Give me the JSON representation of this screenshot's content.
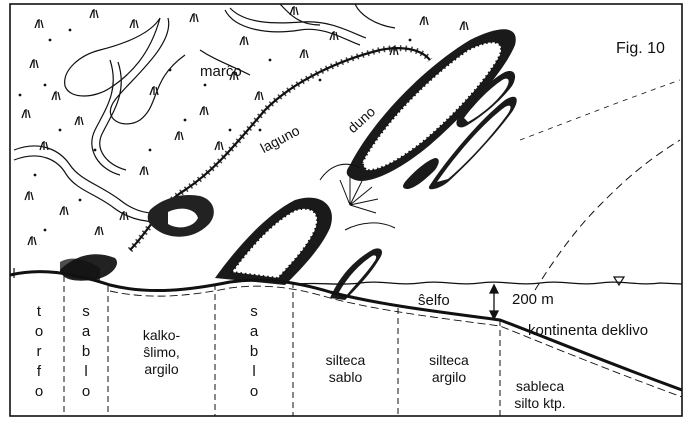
{
  "figure_label": "Fig. 10",
  "landscape_labels": {
    "marsh": "marĉo",
    "lagoon": "laguno",
    "dune": "duno",
    "shelf": "ŝelfo",
    "depth": "200 m",
    "slope": "kontinenta deklivo"
  },
  "columns": [
    {
      "id": "torfo",
      "letters": [
        "t",
        "o",
        "r",
        "f",
        "o"
      ]
    },
    {
      "id": "sablo-1",
      "letters": [
        "s",
        "a",
        "b",
        "l",
        "o"
      ]
    },
    {
      "id": "kalkoslimo",
      "lines": [
        "kalko-",
        "ŝlimo,",
        "argilo"
      ]
    },
    {
      "id": "sablo-2",
      "letters": [
        "s",
        "a",
        "b",
        "l",
        "o"
      ]
    },
    {
      "id": "silteca-sablo",
      "lines": [
        "silteca",
        "sablo"
      ]
    },
    {
      "id": "silteca-argilo",
      "lines": [
        "silteca",
        "argilo"
      ]
    },
    {
      "id": "sableca-silto",
      "lines": [
        "sableca",
        "silto ktp."
      ]
    }
  ]
}
